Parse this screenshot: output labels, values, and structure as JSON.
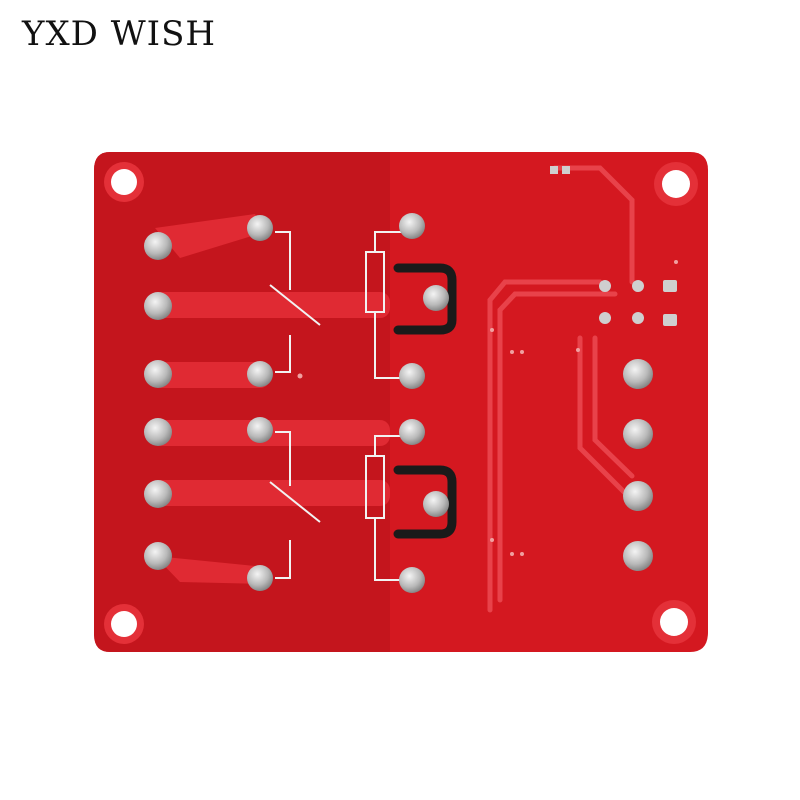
{
  "watermark": {
    "text": "YXD WISH"
  },
  "colors": {
    "board": "#d41820",
    "board_dark": "#b5121a",
    "trace": "#e8323a",
    "hole": "#ffffff",
    "pad": "#c8c8c8",
    "silk": "#f2f2f2",
    "black": "#1a1a1a"
  },
  "objects": {
    "board": "two-channel-relay-module-pcb-back",
    "mounting_holes": 4,
    "terminal_pads_left": 6,
    "header_pins_right": 4
  }
}
